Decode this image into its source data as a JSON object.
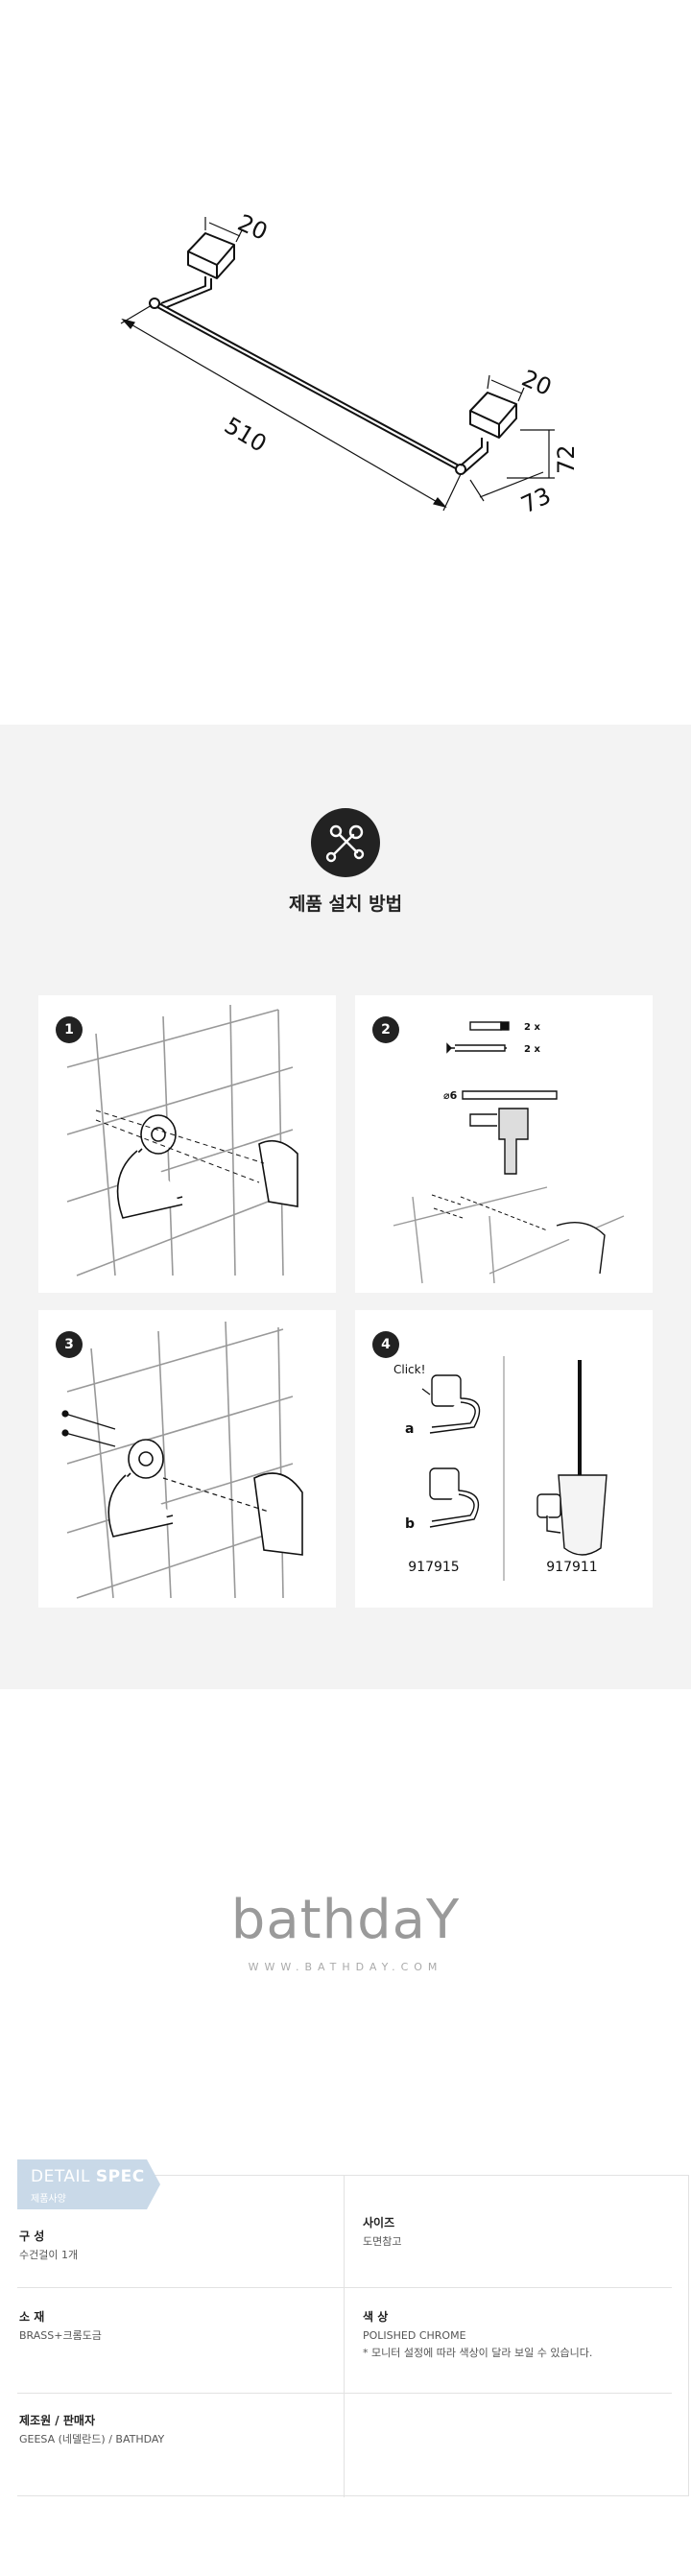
{
  "drawing": {
    "dim_width": "510",
    "dim_left_bracket": "20",
    "dim_right_bracket": "20",
    "dim_height": "72",
    "dim_depth": "73"
  },
  "install": {
    "icon": "tools-icon",
    "title": "제품 설치 방법",
    "steps": [
      {
        "number": "1"
      },
      {
        "number": "2",
        "qty_1": "2 x",
        "qty_2": "2 x",
        "drill_size": "⌀6"
      },
      {
        "number": "3"
      },
      {
        "number": "4",
        "click_label": "Click!",
        "option_a": "a",
        "option_b": "b",
        "code_left": "917915",
        "code_right": "917911"
      }
    ]
  },
  "brand": {
    "logo": "bathdaY",
    "url": "WWW.BATHDAY.COM"
  },
  "spec": {
    "tab_light": "DETAIL",
    "tab_bold": "SPEC",
    "tab_sub": "제품사양",
    "rows": [
      {
        "label": "구 성",
        "value": "수건걸이 1개"
      },
      {
        "label": "사이즈",
        "value": "도면참고"
      },
      {
        "label": "소 재",
        "value": "BRASS+크롬도금"
      },
      {
        "label": "색 상",
        "value": "POLISHED CHROME",
        "note": "* 모니터 설정에 따라 색상이 달라 보일 수 있습니다."
      },
      {
        "label": "제조원 / 판매자",
        "value": "GEESA (네델란드) / BATHDAY"
      }
    ]
  }
}
